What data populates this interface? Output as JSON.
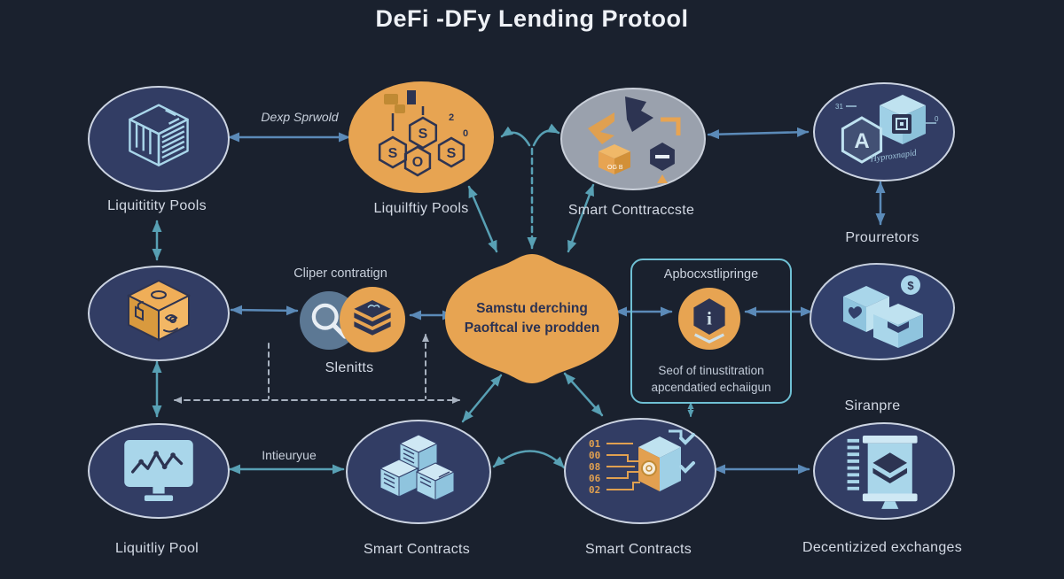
{
  "title": "DeFi -DFy Lending Protool",
  "edge_labels": {
    "dex_swap": "Dexp Sprwold",
    "interview": "Intieuryue"
  },
  "nodes": {
    "pools_top": {
      "label": "Liquititity Pools"
    },
    "pools_orange": {
      "label": "Liquilftiy Pools",
      "coins": [
        "S",
        "S",
        "O",
        "S"
      ],
      "digits": [
        "2",
        "0"
      ]
    },
    "contracts_top": {
      "label": "Smart Conttraccste",
      "chip_text": "OG B"
    },
    "providers": {
      "label": "Prourretors",
      "letter": "A",
      "mark_left": "31",
      "mark_right": "0",
      "script": "Hyproxnapid"
    },
    "oracle_cube": {
      "label": ""
    },
    "inspection": {
      "title": "Cliper contratign",
      "label": "Slenitts"
    },
    "core": {
      "line1": "Samstu derching",
      "line2": "Paoftcal ive prodden"
    },
    "bridge": {
      "title": "Apbocxstlipringe",
      "line1": "Seof of tinustitration",
      "line2": "apcendatied echaiigun",
      "info_glyph": "i"
    },
    "security": {
      "label": "Siranpre",
      "badge": "$"
    },
    "pool_bottom": {
      "label": "Liquitliy Pool"
    },
    "contracts_left": {
      "label": "Smart Contracts"
    },
    "contracts_right": {
      "label": "Smart Contracts",
      "binary": [
        "01",
        "00",
        "08",
        "06",
        "02"
      ]
    },
    "dex": {
      "label": "Decentizized exchanges"
    }
  },
  "colors": {
    "background": "#1a212e",
    "node_blue": "#323d64",
    "node_orange": "#e7a452",
    "node_gray": "#9aa1ad",
    "icon_light_blue": "#a9d6ea",
    "arrow_teal": "#58a0b4",
    "arrow_blue": "#5b8ab8",
    "dashed_gray": "#a8b2c0",
    "text_light": "#d3d9e4",
    "navy": "#2d3452"
  }
}
